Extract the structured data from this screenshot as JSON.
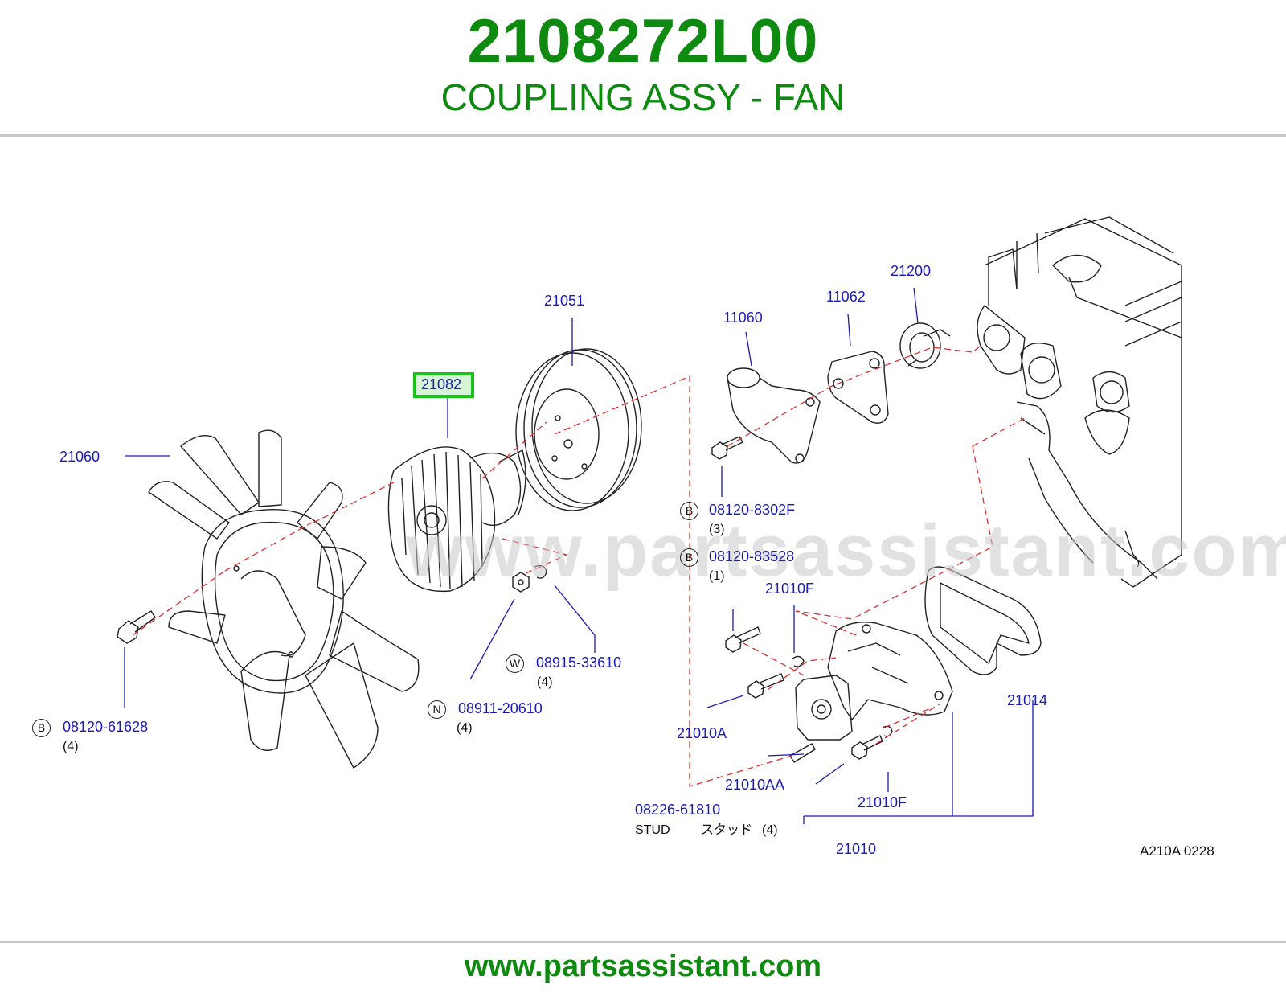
{
  "header": {
    "part_number": "2108272L00",
    "part_name": "COUPLING ASSY - FAN"
  },
  "diagram": {
    "callouts": {
      "p21060": "21060",
      "p21082": "21082",
      "p21051": "21051",
      "p11060": "11060",
      "p11062": "11062",
      "p21200": "21200",
      "p21010F_top": "21010F",
      "p21010A": "21010A",
      "p21010AA": "21010AA",
      "p21010F_bot": "21010F",
      "p21014": "21014",
      "p21010": "21010"
    },
    "fasteners": {
      "b1": {
        "letter": "B",
        "number": "08120-61628",
        "qty": "(4)"
      },
      "n1": {
        "letter": "N",
        "number": "08911-20610",
        "qty": "(4)"
      },
      "w1": {
        "letter": "W",
        "number": "08915-33610",
        "qty": "(4)"
      },
      "b2": {
        "letter": "B",
        "number": "08120-8302F",
        "qty": "(3)"
      },
      "b3": {
        "letter": "B",
        "number": "08120-83528",
        "qty": "(1)"
      }
    },
    "stud": {
      "number": "08226-61810",
      "label": "STUD",
      "jp": "スタッド",
      "qty": "(4)"
    },
    "diagram_code": "A210A   0228",
    "watermark": "www.partsassistant.com",
    "highlight_color": "#18c418"
  },
  "footer": {
    "url": "www.partsassistant.com"
  },
  "colors": {
    "brand_green": "#0e8a10",
    "callout_blue": "#1a1ab4",
    "leader_red": "#e03030"
  }
}
